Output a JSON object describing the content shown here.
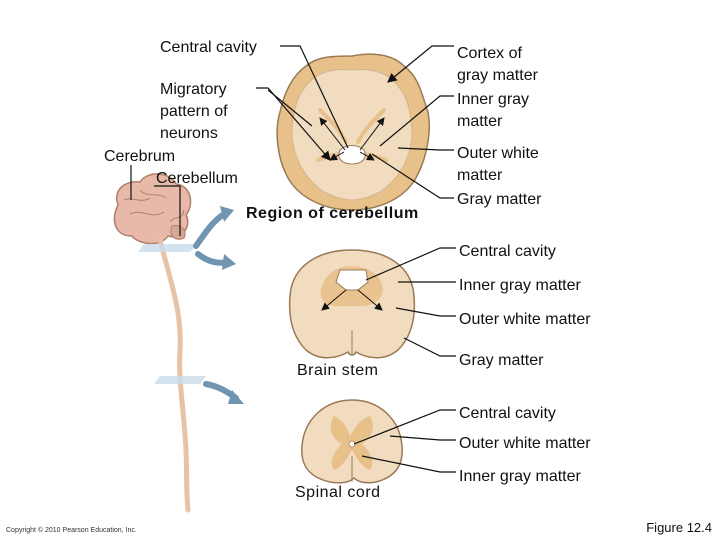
{
  "labels": {
    "central_cavity_top": "Central cavity",
    "migratory_line1": "Migratory",
    "migratory_line2": "pattern of",
    "migratory_line3": "neurons",
    "cerebrum": "Cerebrum",
    "cerebellum": "Cerebellum",
    "cortex_line1": "Cortex of",
    "cortex_line2": "gray matter",
    "inner_gray_line1": "Inner gray",
    "inner_gray_line2": "matter",
    "outer_white_line1": "Outer white",
    "outer_white_line2": "matter",
    "gray_matter_top": "Gray matter",
    "region_cerebellum": "Region of cerebellum",
    "central_cavity_mid": "Central cavity",
    "inner_gray_mid": "Inner gray matter",
    "outer_white_mid": "Outer white matter",
    "brain_stem": "Brain stem",
    "gray_matter_mid": "Gray matter",
    "central_cavity_bot": "Central cavity",
    "outer_white_bot": "Outer white matter",
    "spinal_cord": "Spinal cord",
    "inner_gray_bot": "Inner gray matter"
  },
  "footer": {
    "copyright": "Copyright © 2010 Pearson Education, Inc.",
    "figure": "Figure 12.4"
  },
  "colors": {
    "white_matter": "#f1dcc0",
    "gray_matter": "#e8c08a",
    "outline": "#9a7a55",
    "brain": "#e8b9a8",
    "arrow": "#6f95b0"
  }
}
